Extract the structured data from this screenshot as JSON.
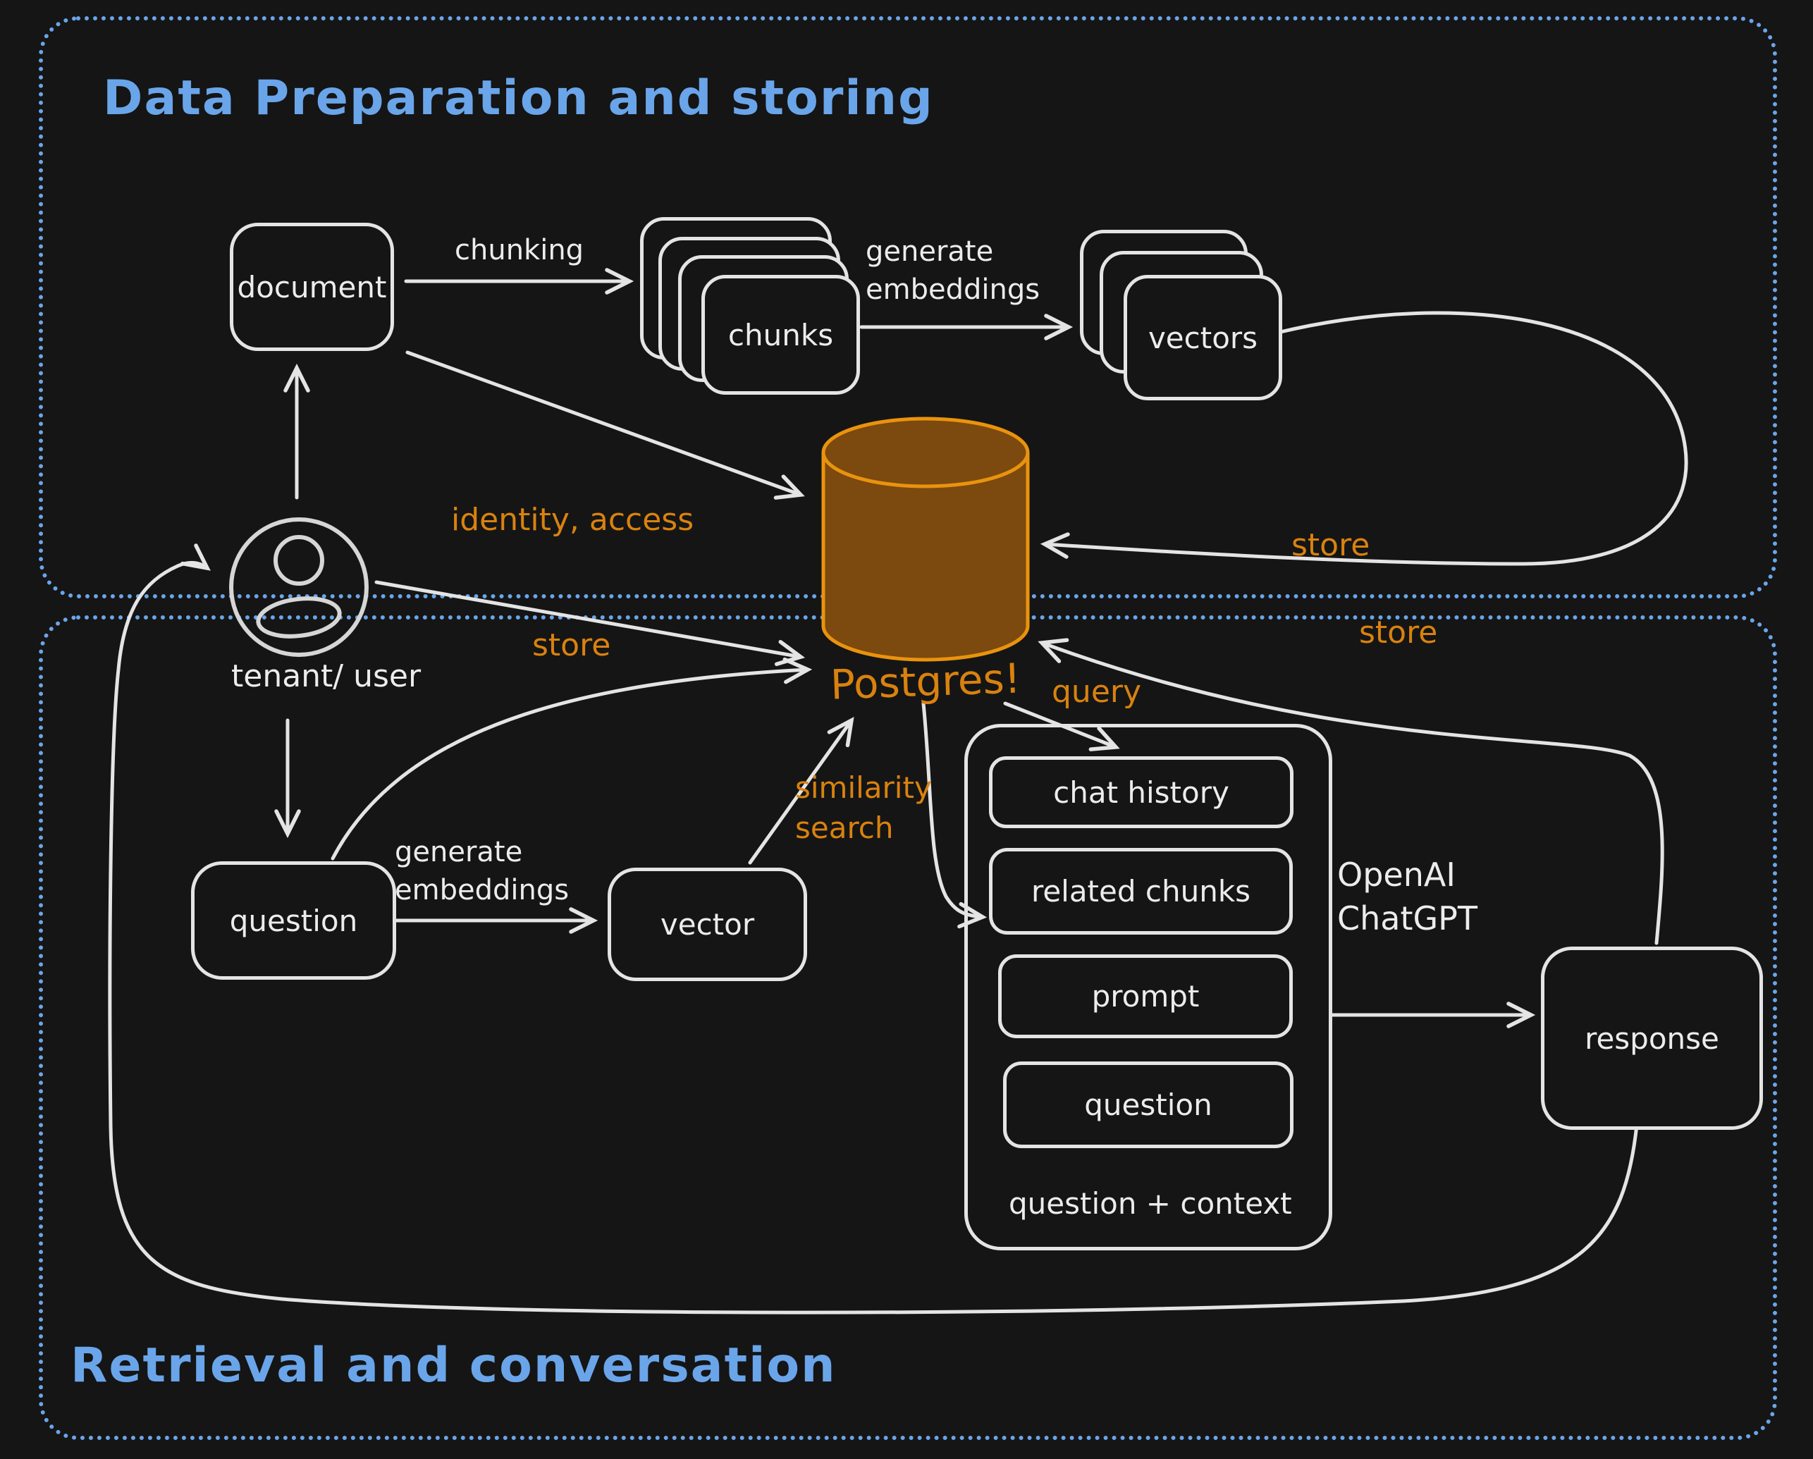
{
  "colors": {
    "background": "#151515",
    "stroke_white": "#e4e4e4",
    "text_white": "#ececec",
    "accent_blue": "#6aa5ea",
    "accent_orange": "#d9820f",
    "cylinder_fill": "#7c490f",
    "cylinder_stroke": "#e9930d"
  },
  "regions": {
    "data_prep": {
      "title": "Data Preparation and storing"
    },
    "retrieval": {
      "title": "Retrieval and conversation"
    }
  },
  "nodes": {
    "document": {
      "label": "document"
    },
    "chunks": {
      "label": "chunks"
    },
    "vectors": {
      "label": "vectors"
    },
    "postgres": {
      "label": "Postgres!"
    },
    "tenant_user": {
      "label": "tenant/ user"
    },
    "question": {
      "label": "question"
    },
    "vector": {
      "label": "vector"
    },
    "chat_history": {
      "label": "chat history"
    },
    "related_chunks": {
      "label": "related chunks"
    },
    "prompt": {
      "label": "prompt"
    },
    "prompt_question": {
      "label": "question"
    },
    "question_context": {
      "label": "question + context"
    },
    "response": {
      "label": "response"
    }
  },
  "edge_labels": {
    "chunking": "chunking",
    "generate_embeddings_top": "generate\nembeddings",
    "generate_embeddings_bottom": "generate\nembeddings",
    "identity_access": "identity, access",
    "store_vectors": "store",
    "store_question": "store",
    "store_response": "store",
    "query": "query",
    "similarity_search": "similarity\nsearch",
    "openai_chatgpt": "OpenAI\nChatGPT"
  }
}
